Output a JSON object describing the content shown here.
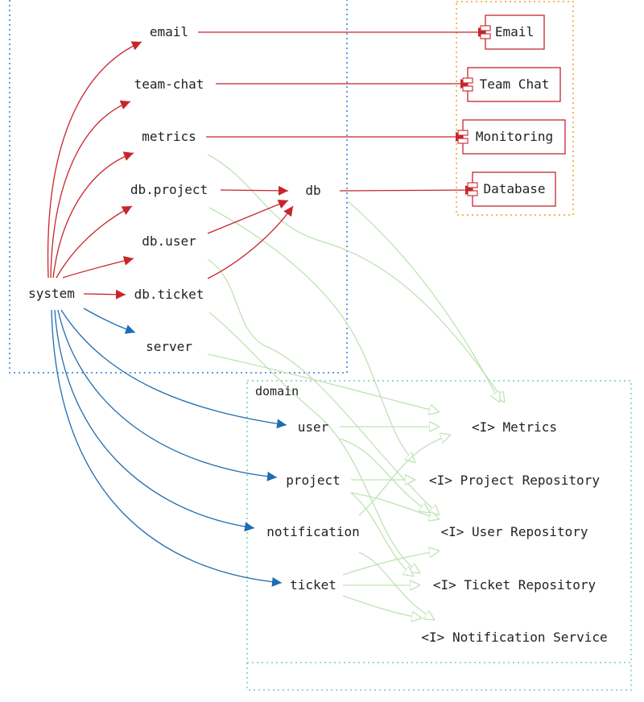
{
  "colors": {
    "red_edge": "#c8252b",
    "blue_edge": "#1f6cb3",
    "green_edge": "#bfe3b4",
    "system_boundary": "#2d7ed0",
    "external_boundary": "#f0a020",
    "domain_boundary": "#7cc8cc"
  },
  "groups": {
    "domain": "domain"
  },
  "nodes": {
    "system": "system",
    "email": "email",
    "team_chat": "team-chat",
    "metrics": "metrics",
    "db_project": "db.project",
    "db_user": "db.user",
    "db_ticket": "db.ticket",
    "server": "server",
    "db": "db",
    "user": "user",
    "project": "project",
    "notification": "notification",
    "ticket": "ticket"
  },
  "components": {
    "email": "Email",
    "team_chat": "Team Chat",
    "monitoring": "Monitoring",
    "database": "Database"
  },
  "interfaces": {
    "metrics": "<I> Metrics",
    "project_repository": "<I> Project Repository",
    "user_repository": "<I> User Repository",
    "ticket_repository": "<I> Ticket Repository",
    "notification_service": "<I> Notification Service"
  }
}
